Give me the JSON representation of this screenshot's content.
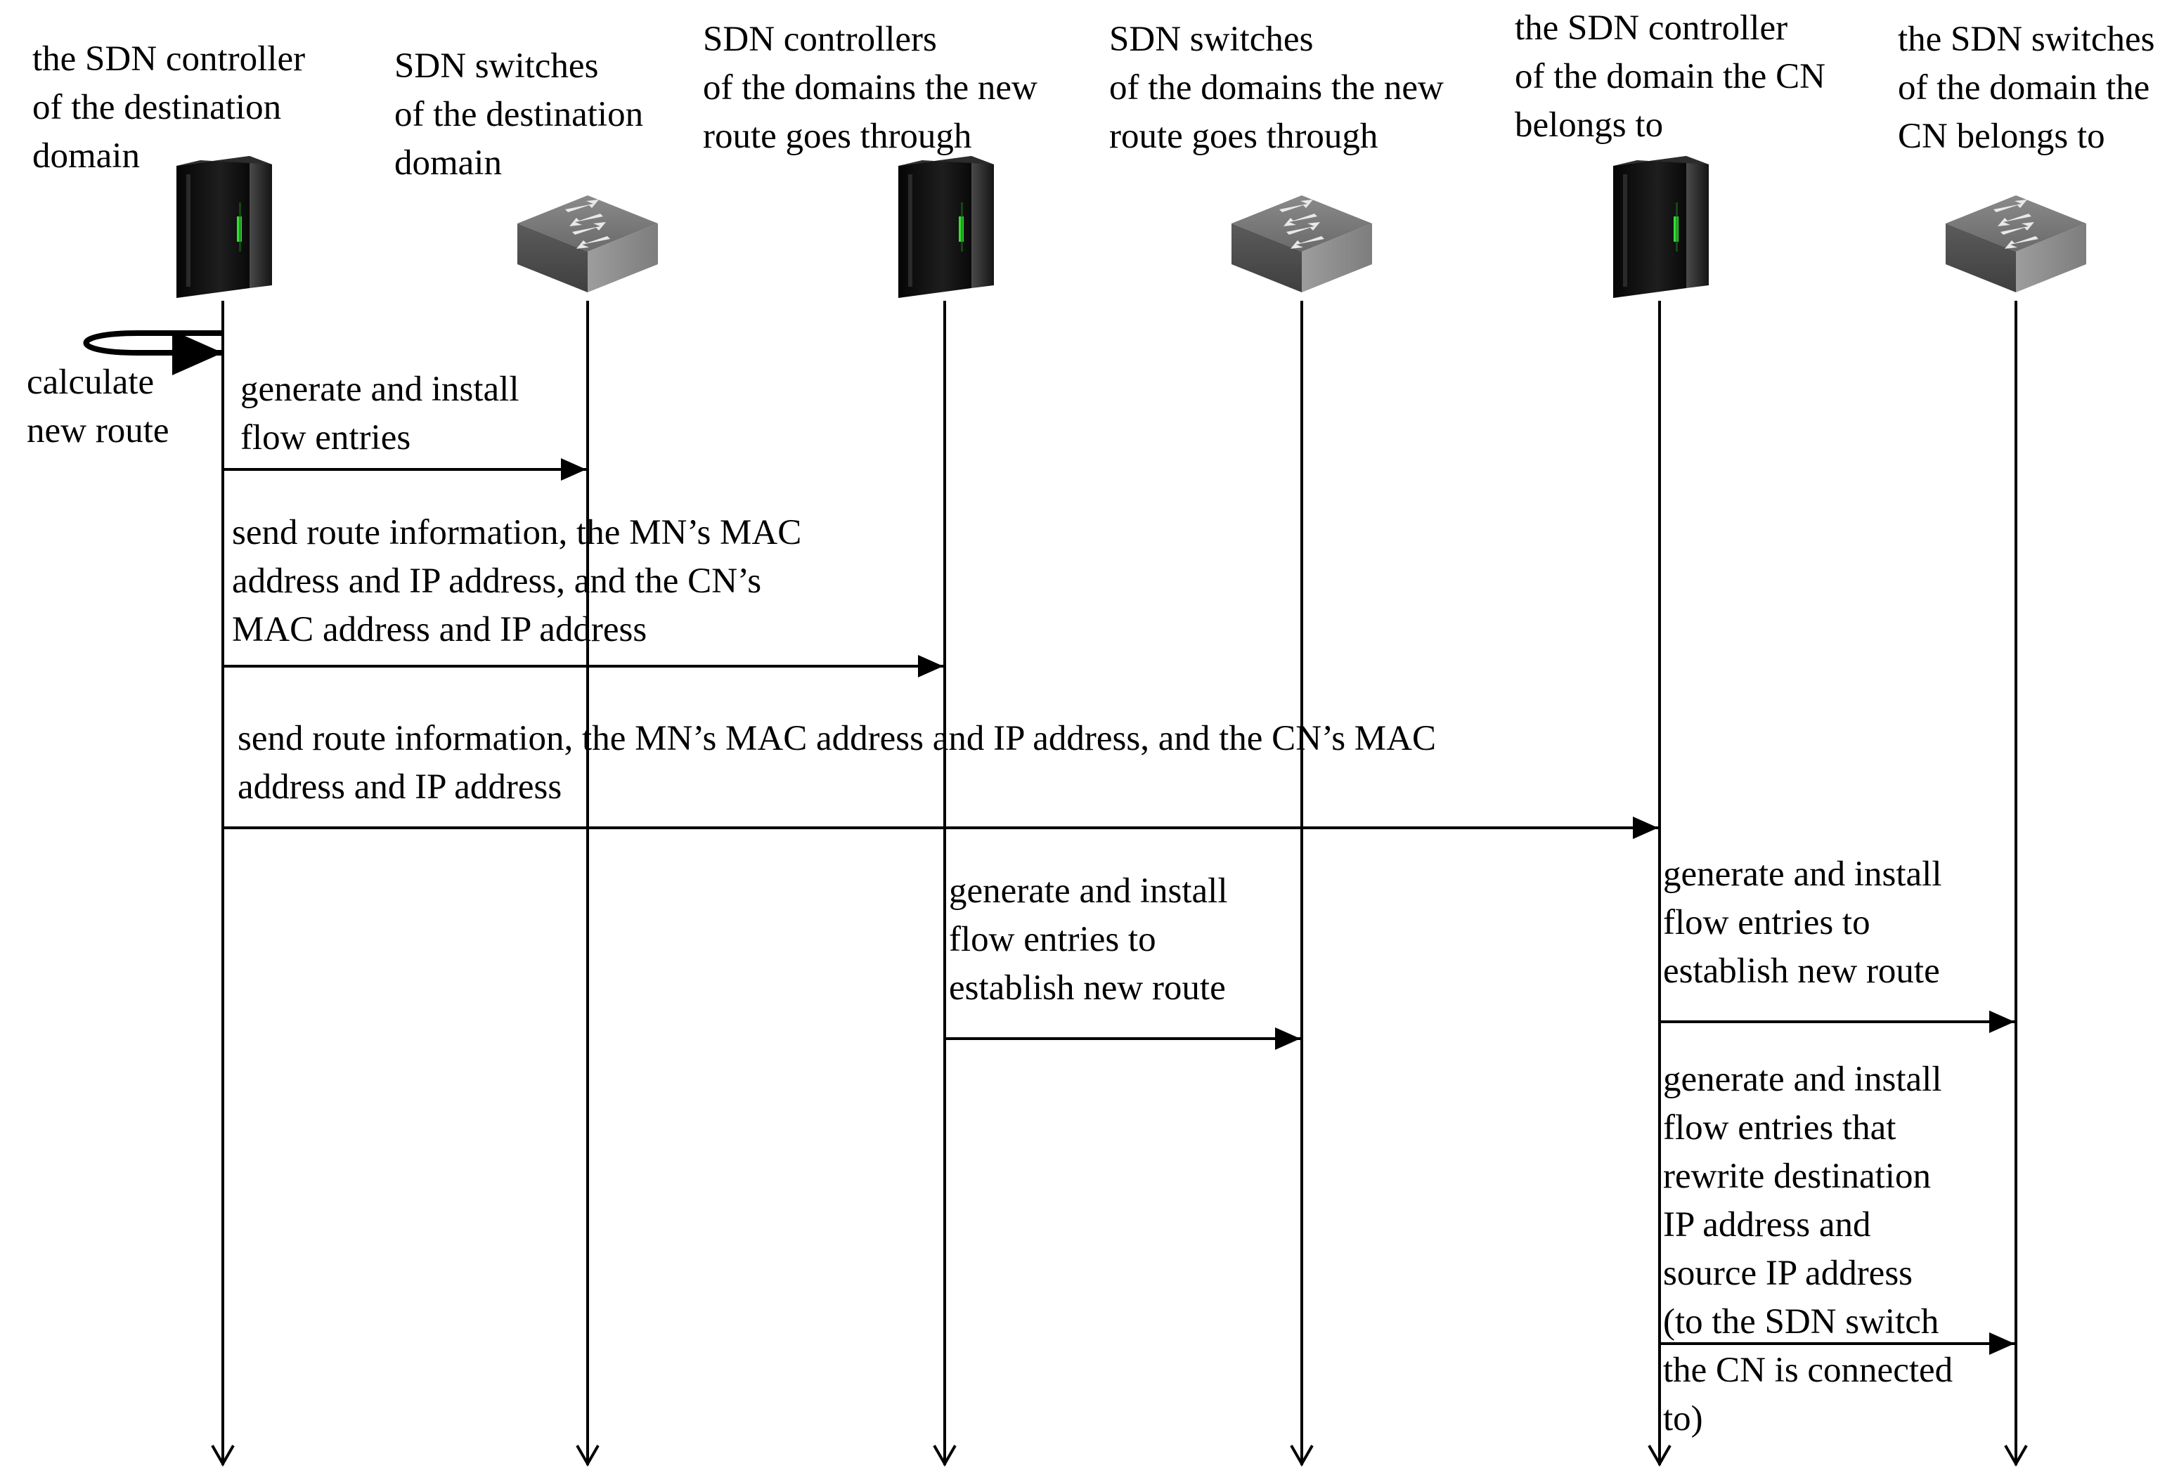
{
  "participants": [
    {
      "id": "dest-controller",
      "label": "the SDN controller\nof the destination\ndomain",
      "icon": "server-icon"
    },
    {
      "id": "dest-switches",
      "label": "SDN switches\nof the destination\ndomain",
      "icon": "switch-icon"
    },
    {
      "id": "transit-controllers",
      "label": "SDN controllers\nof the domains the new\nroute goes through",
      "icon": "server-icon"
    },
    {
      "id": "transit-switches",
      "label": "SDN switches\nof the domains the new\nroute goes through",
      "icon": "switch-icon"
    },
    {
      "id": "cn-controller",
      "label": "the SDN controller\nof the domain the CN\nbelongs to",
      "icon": "server-icon"
    },
    {
      "id": "cn-switches",
      "label": "the SDN switches\nof the domain the\nCN belongs to",
      "icon": "switch-icon"
    }
  ],
  "messages": [
    {
      "id": "self-calc",
      "from": 0,
      "to": 0,
      "label": "calculate\nnew route"
    },
    {
      "id": "install-dest",
      "from": 0,
      "to": 1,
      "label": "generate and install\nflow entries"
    },
    {
      "id": "send-transit",
      "from": 0,
      "to": 2,
      "label": "send route information, the MN’s MAC\naddress and IP address, and the CN’s\nMAC address and IP address"
    },
    {
      "id": "send-cn",
      "from": 0,
      "to": 4,
      "label": "send route information, the MN’s MAC address and IP address, and the CN’s MAC\naddress and IP address"
    },
    {
      "id": "install-transit",
      "from": 2,
      "to": 3,
      "label": "generate and install\nflow entries to\nestablish new route"
    },
    {
      "id": "install-cn",
      "from": 4,
      "to": 5,
      "label": "generate and install\nflow entries to\nestablish new route"
    },
    {
      "id": "install-rewrite",
      "from": 4,
      "to": 5,
      "label": "generate and install\nflow entries that\nrewrite destination\nIP address and\nsource IP address\n(to the SDN switch\nthe CN is connected\nto)"
    }
  ]
}
